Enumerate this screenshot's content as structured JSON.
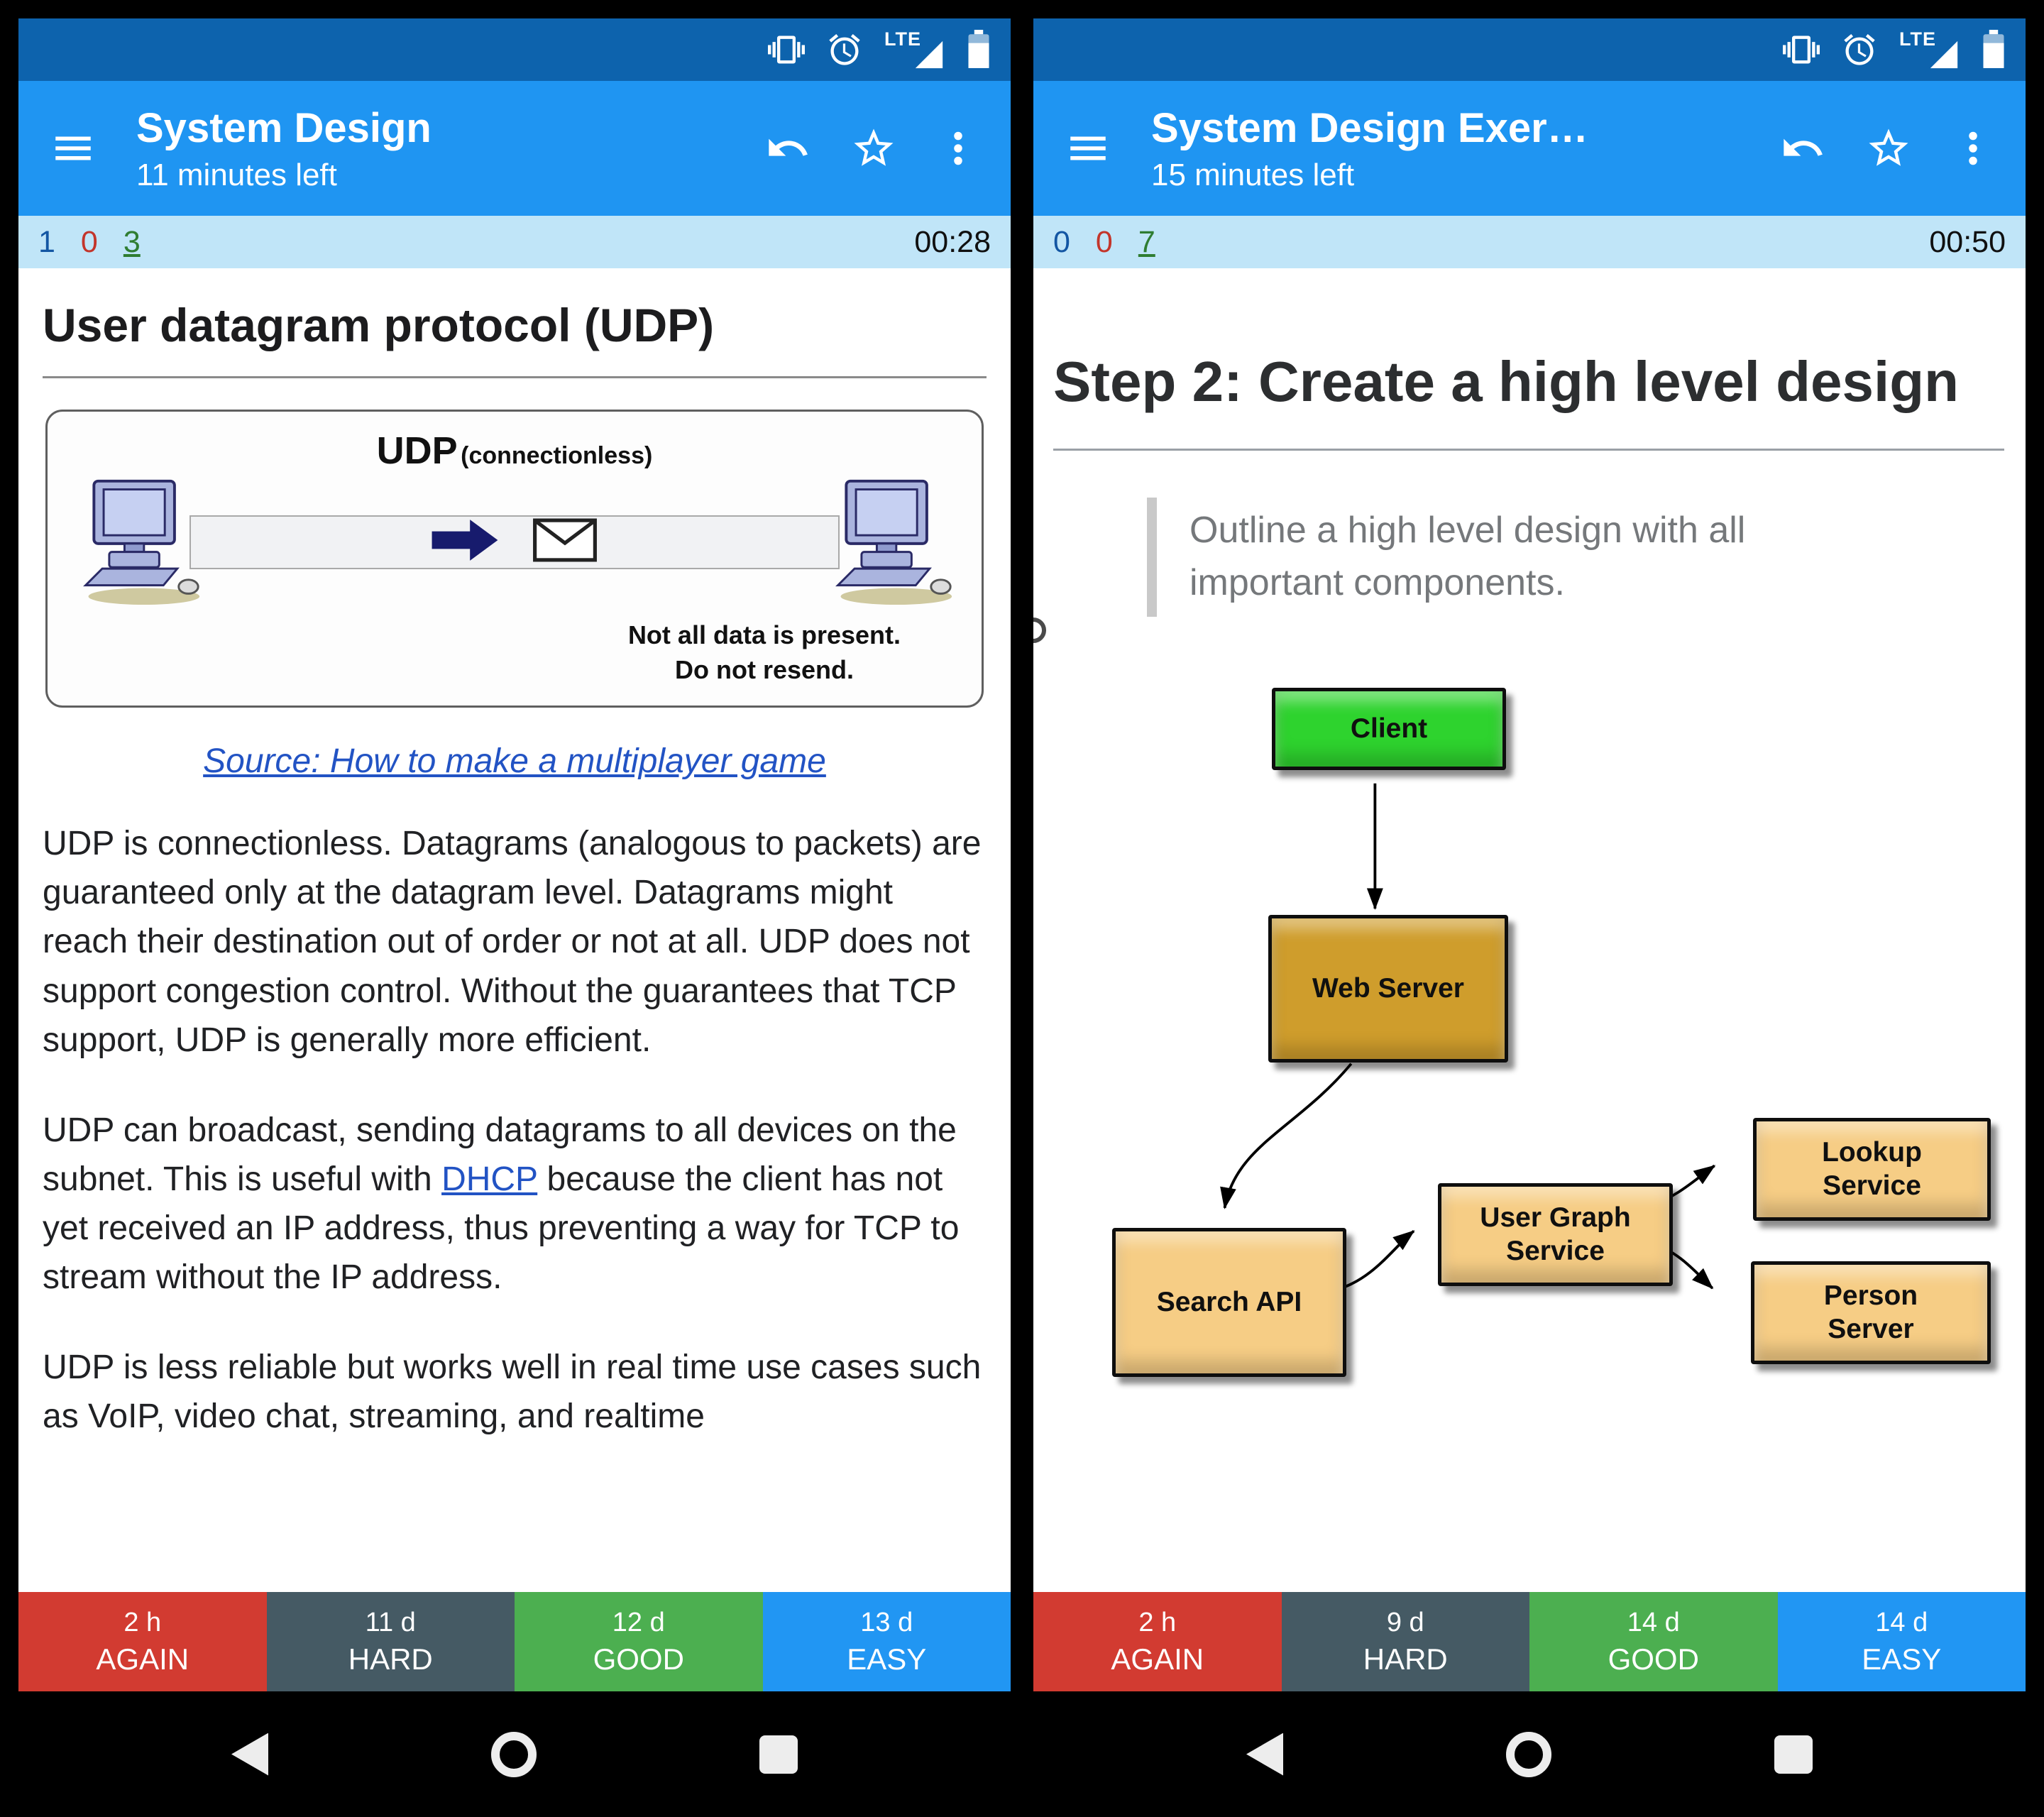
{
  "colors": {
    "again": "#d23b31",
    "hard": "#455a64",
    "good": "#4caf50",
    "easy": "#2196f3",
    "appbar": "#1f95f2",
    "statusbar": "#0d63ad",
    "counterbar": "#c0e5f8"
  },
  "left": {
    "status": {
      "carrier": "LTE"
    },
    "appbar": {
      "title": "System Design",
      "subtitle": "11 minutes left"
    },
    "counts": {
      "new": "1",
      "learning": "0",
      "due": "3",
      "timer": "00:28"
    },
    "card": {
      "heading": "User datagram protocol (UDP)",
      "figure": {
        "title": "UDP",
        "mode": "(connectionless)",
        "note1": "Not all data is present.",
        "note2": "Do not resend."
      },
      "source_link": "Source: How to make a multiplayer game",
      "p1": "UDP is connectionless. Datagrams (analogous to packets) are guaranteed only at the datagram level. Datagrams might reach their destination out of order or not at all. UDP does not support congestion control. Without the guarantees that TCP support, UDP is generally more efficient.",
      "p2_pre": "UDP can broadcast, sending datagrams to all devices on the subnet. This is useful with ",
      "p2_link": "DHCP",
      "p2_post": " because the client has not yet received an IP address, thus preventing a way for TCP to stream without the IP address.",
      "p3": "UDP is less reliable but works well in real time use cases such as VoIP, video chat, streaming, and realtime"
    },
    "answers": [
      {
        "time": "2 h",
        "label": "AGAIN"
      },
      {
        "time": "11 d",
        "label": "HARD"
      },
      {
        "time": "12 d",
        "label": "GOOD"
      },
      {
        "time": "13 d",
        "label": "EASY"
      }
    ]
  },
  "right": {
    "status": {
      "carrier": "LTE"
    },
    "appbar": {
      "title": "System Design Exer…",
      "subtitle": "15 minutes left"
    },
    "counts": {
      "new": "0",
      "learning": "0",
      "due": "7",
      "timer": "00:50"
    },
    "card": {
      "heading": "Step 2: Create a high level design",
      "quote": "Outline a high level design with all important components.",
      "nodes": [
        {
          "label": "Client",
          "color": "#2ed32e"
        },
        {
          "label": "Web Server",
          "color": "#cf9d2c"
        },
        {
          "label": "Search API",
          "color": "#f6cd85"
        },
        {
          "label": "User Graph Service",
          "color": "#f6cd85"
        },
        {
          "label": "Lookup Service",
          "color": "#f6cd85"
        },
        {
          "label": "Person Server",
          "color": "#f6cd85"
        }
      ]
    },
    "answers": [
      {
        "time": "2 h",
        "label": "AGAIN"
      },
      {
        "time": "9 d",
        "label": "HARD"
      },
      {
        "time": "14 d",
        "label": "GOOD"
      },
      {
        "time": "14 d",
        "label": "EASY"
      }
    ]
  }
}
